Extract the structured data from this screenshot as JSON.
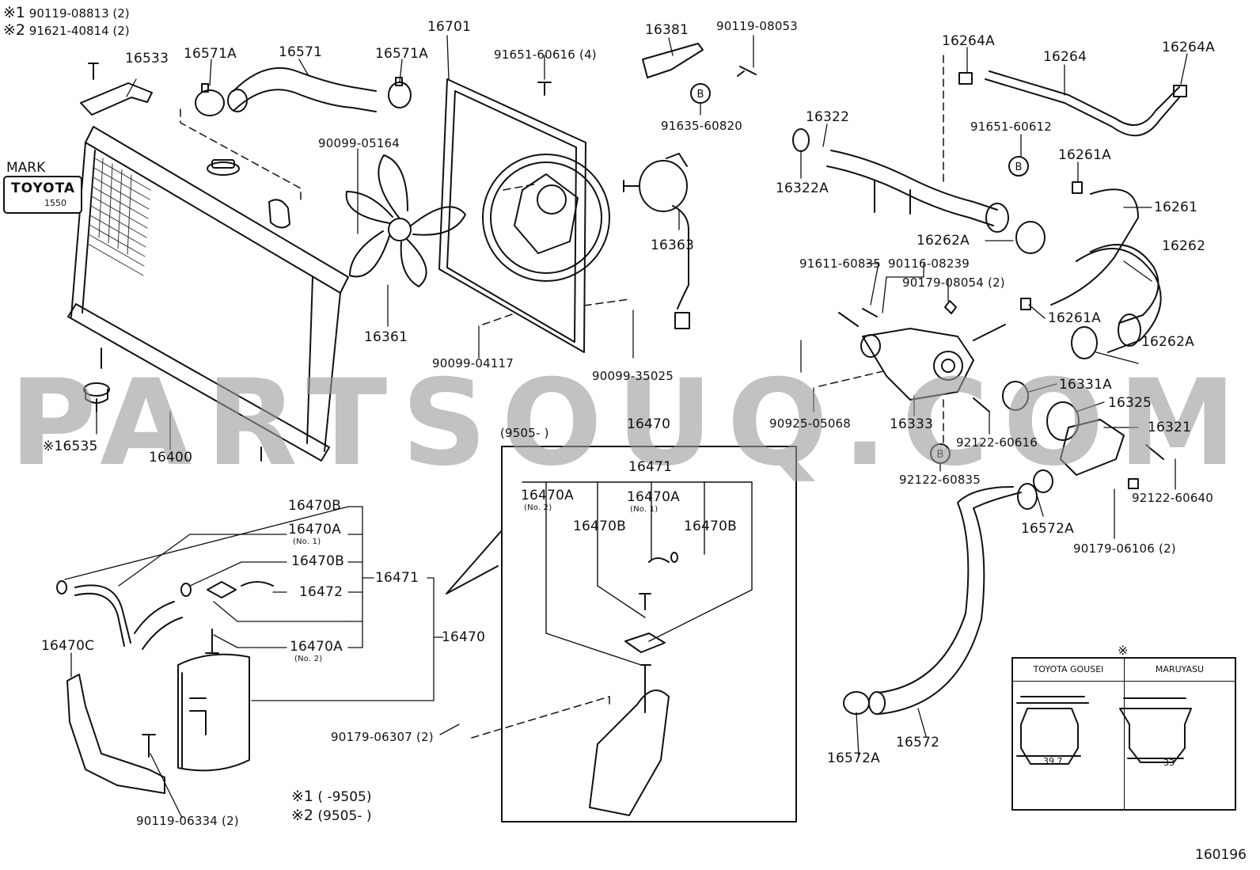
{
  "diagram_no": "160196",
  "watermark": "PARTSOUQ.COM",
  "header_notes": [
    {
      "mark": "※1",
      "text": "90119-08813 (2)"
    },
    {
      "mark": "※2",
      "text": "91621-40814 (2)"
    }
  ],
  "footer_notes": [
    {
      "mark": "※1",
      "text": "(      -9505)"
    },
    {
      "mark": "※2",
      "text": "(9505-      )"
    }
  ],
  "mark_box": {
    "label": "MARK",
    "brand": "TOYOTA",
    "code": "1550"
  },
  "inset": {
    "period": "(9505-      )",
    "title": "16470"
  },
  "legend": {
    "mark": "※",
    "col1": "TOYOTA GOUSEI",
    "col2": "MARUYASU",
    "dim1": "39.7",
    "dim2": "33"
  },
  "labels": {
    "p16533": "16533",
    "p16571A_l": "16571A",
    "p16571": "16571",
    "p16571A_r": "16571A",
    "p16701": "16701",
    "p9165160616": "91651-60616 (4)",
    "p16381": "16381",
    "p9011908053": "90119-08053",
    "p9163560820": "91635-60820",
    "p16264A_l": "16264A",
    "p16264": "16264",
    "p16264A_r": "16264A",
    "p16322": "16322",
    "p9165160612": "91651-60612",
    "p16322A": "16322A",
    "p16261A_t": "16261A",
    "p16261": "16261",
    "p9009905164": "90099-05164",
    "p16363": "16363",
    "p16262A_t": "16262A",
    "p16262": "16262",
    "p9161160835": "91611-60835",
    "p9011608239": "90116-08239",
    "p9017908054": "90179-08054 (2)",
    "p16261A_b": "16261A",
    "p16361": "16361",
    "p9009904117": "90099-04117",
    "p9009935025": "90099-35025",
    "p16262A_b": "16262A",
    "p16331A": "16331A",
    "p16325": "16325",
    "p9092505068": "90925-05068",
    "p16333": "16333",
    "p16321": "16321",
    "p9212260616": "92122-60616",
    "p16535": "※16535",
    "p16400": "16400",
    "p9212260835": "92122-60835",
    "p9212260640": "92122-60640",
    "p16471_inset": "16471",
    "p16470A_inset_l": "16470A",
    "p16470A_inset_l_sub": "(No. 2)",
    "p16470A_inset_r": "16470A",
    "p16470A_inset_r_sub": "(No. 1)",
    "p16470B_inset_l": "16470B",
    "p16470B_inset_r": "16470B",
    "p16572A_t": "16572A",
    "p9017906106": "90179-06106 (2)",
    "p16470B_1": "16470B",
    "p16470A_1": "16470A",
    "p16470A_1_sub": "(No. 1)",
    "p16470B_2": "16470B",
    "p16472": "16472",
    "p16471": "16471",
    "p16470A_2": "16470A",
    "p16470A_2_sub": "(No. 2)",
    "p16470": "16470",
    "p16470C": "16470C",
    "p9017906307": "90179-06307 (2)",
    "p9011906334": "90119-06334 (2)",
    "p16572A_b": "16572A",
    "p16572": "16572"
  },
  "bolt_marks": [
    "B",
    "B",
    "B"
  ]
}
